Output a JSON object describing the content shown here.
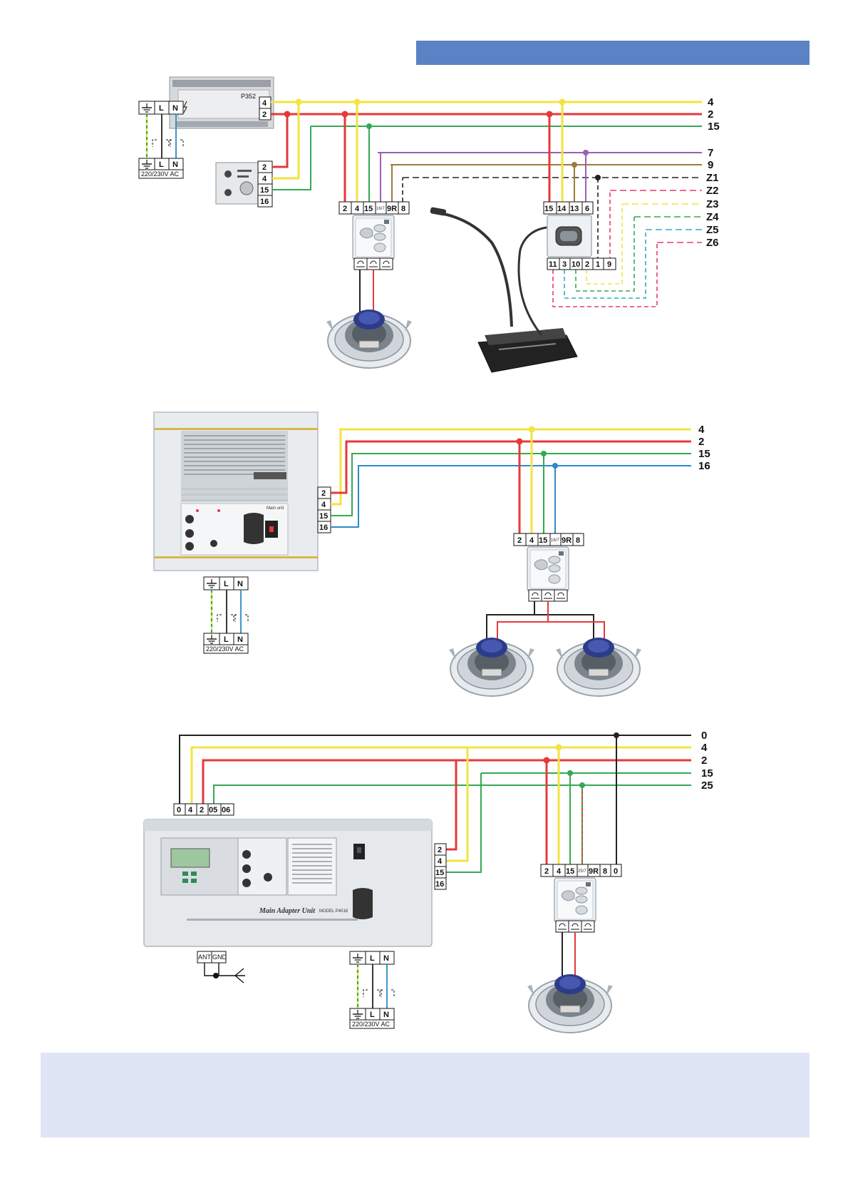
{
  "header": {
    "bar_color": "#5b82c4"
  },
  "footer": {
    "bar_color": "#dfe5f4"
  },
  "wire_colors": {
    "4": "#f2e441",
    "2": "#e5393a",
    "15": "#35a854",
    "16": "#2d8bc6",
    "7": "#9b5fb5",
    "9": "#9a7d3a",
    "0": "#222222",
    "25": "#35a854"
  },
  "diagram1": {
    "bus_labels": [
      "4",
      "2",
      "15",
      "7",
      "9",
      "Z1",
      "Z2",
      "Z3",
      "Z4",
      "Z5",
      "Z6"
    ],
    "power_top_terms": [
      "L",
      "N"
    ],
    "power_bottom_terms": [
      "L",
      "N"
    ],
    "power_label": "220/230V AC",
    "amp_model": "P352",
    "amp_terms": [
      "4",
      "2"
    ],
    "module_terms": [
      "2",
      "4",
      "15",
      "16"
    ],
    "volume_top_terms": [
      "2",
      "4",
      "15",
      "16/7",
      "9R",
      "8"
    ],
    "mic_top_terms": [
      "15",
      "14",
      "13",
      "6"
    ],
    "mic_bottom_terms": [
      "11",
      "3",
      "10",
      "2",
      "1",
      "9"
    ]
  },
  "diagram2": {
    "bus_labels": [
      "4",
      "2",
      "15",
      "16"
    ],
    "unit_terms": [
      "2",
      "4",
      "15",
      "16"
    ],
    "unit_label": "Main unit",
    "power_top_terms": [
      "L",
      "N"
    ],
    "power_bottom_terms": [
      "L",
      "N"
    ],
    "power_label": "220/230V AC",
    "volume_top_terms": [
      "2",
      "4",
      "15",
      "16/7",
      "9R",
      "8"
    ]
  },
  "diagram3": {
    "bus_labels": [
      "0",
      "4",
      "2",
      "15",
      "25"
    ],
    "unit_top_terms": [
      "0",
      "4",
      "2",
      "05",
      "06"
    ],
    "unit_side_terms": [
      "2",
      "4",
      "15",
      "16"
    ],
    "unit_title": "Main Adapter Unit",
    "unit_model": "MODEL P4018",
    "antenna_terms": [
      "ANT",
      "GND"
    ],
    "power_top_terms": [
      "L",
      "N"
    ],
    "power_bottom_terms": [
      "L",
      "N"
    ],
    "power_label": "220/230V AC",
    "volume_top_terms": [
      "2",
      "4",
      "15",
      "25/7",
      "9R",
      "8",
      "0"
    ]
  }
}
